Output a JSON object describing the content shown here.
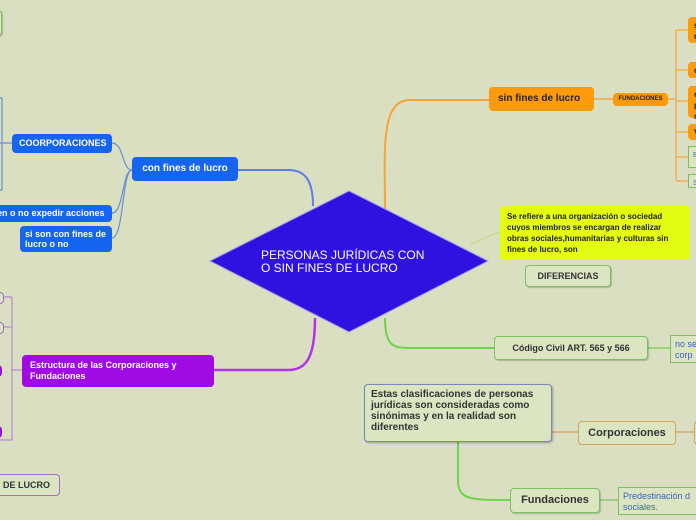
{
  "central": {
    "label": "PERSONAS JURÍDICAS CON O SIN FINES DE LUCRO"
  },
  "branches": {
    "sin_fines": {
      "label": "sin fines de lucro",
      "fundaciones_tag": "FUNDACIONES"
    },
    "con_fines": {
      "label": "con fines de lucro",
      "corporaciones": "COORPORACIONES",
      "expedir": "en o no expedir acciones",
      "si_son": "si son con fines de lucro o no"
    },
    "estructura": {
      "label": "Estructura de las Corporaciones y Fundaciones"
    },
    "de_lucro": "DE LUCRO",
    "definicion": "Se refiere a una organización o sociedad cuyos miembros se encargan de realizar obras sociales,humanitarias y culturas sin fines de lucro, son",
    "diferencias": "DIFERENCIAS",
    "codigo": {
      "label": "Código Civil ART. 565 y 566",
      "child": "no se corp"
    },
    "clasificaciones": {
      "label": "Estas clasificaciones de personas jurídicas son  consideradas como sinónimas y en la realidad son diferentes",
      "corporaciones": "Corporaciones",
      "fundaciones": "Fundaciones",
      "predestinacion": "Predestinación d sociales."
    }
  },
  "right_fragments": [
    "s",
    "r",
    "c",
    "e",
    "p",
    "r",
    "V",
    "E",
    "c",
    "S"
  ],
  "colors": {
    "background": "#d9dfc0",
    "central": "#2d12e0",
    "orange": "#ff9a0c",
    "blue": "#1565f0",
    "purple": "#a10be3",
    "yellow": "#e4fb12",
    "green_line": "#6ed34a"
  }
}
